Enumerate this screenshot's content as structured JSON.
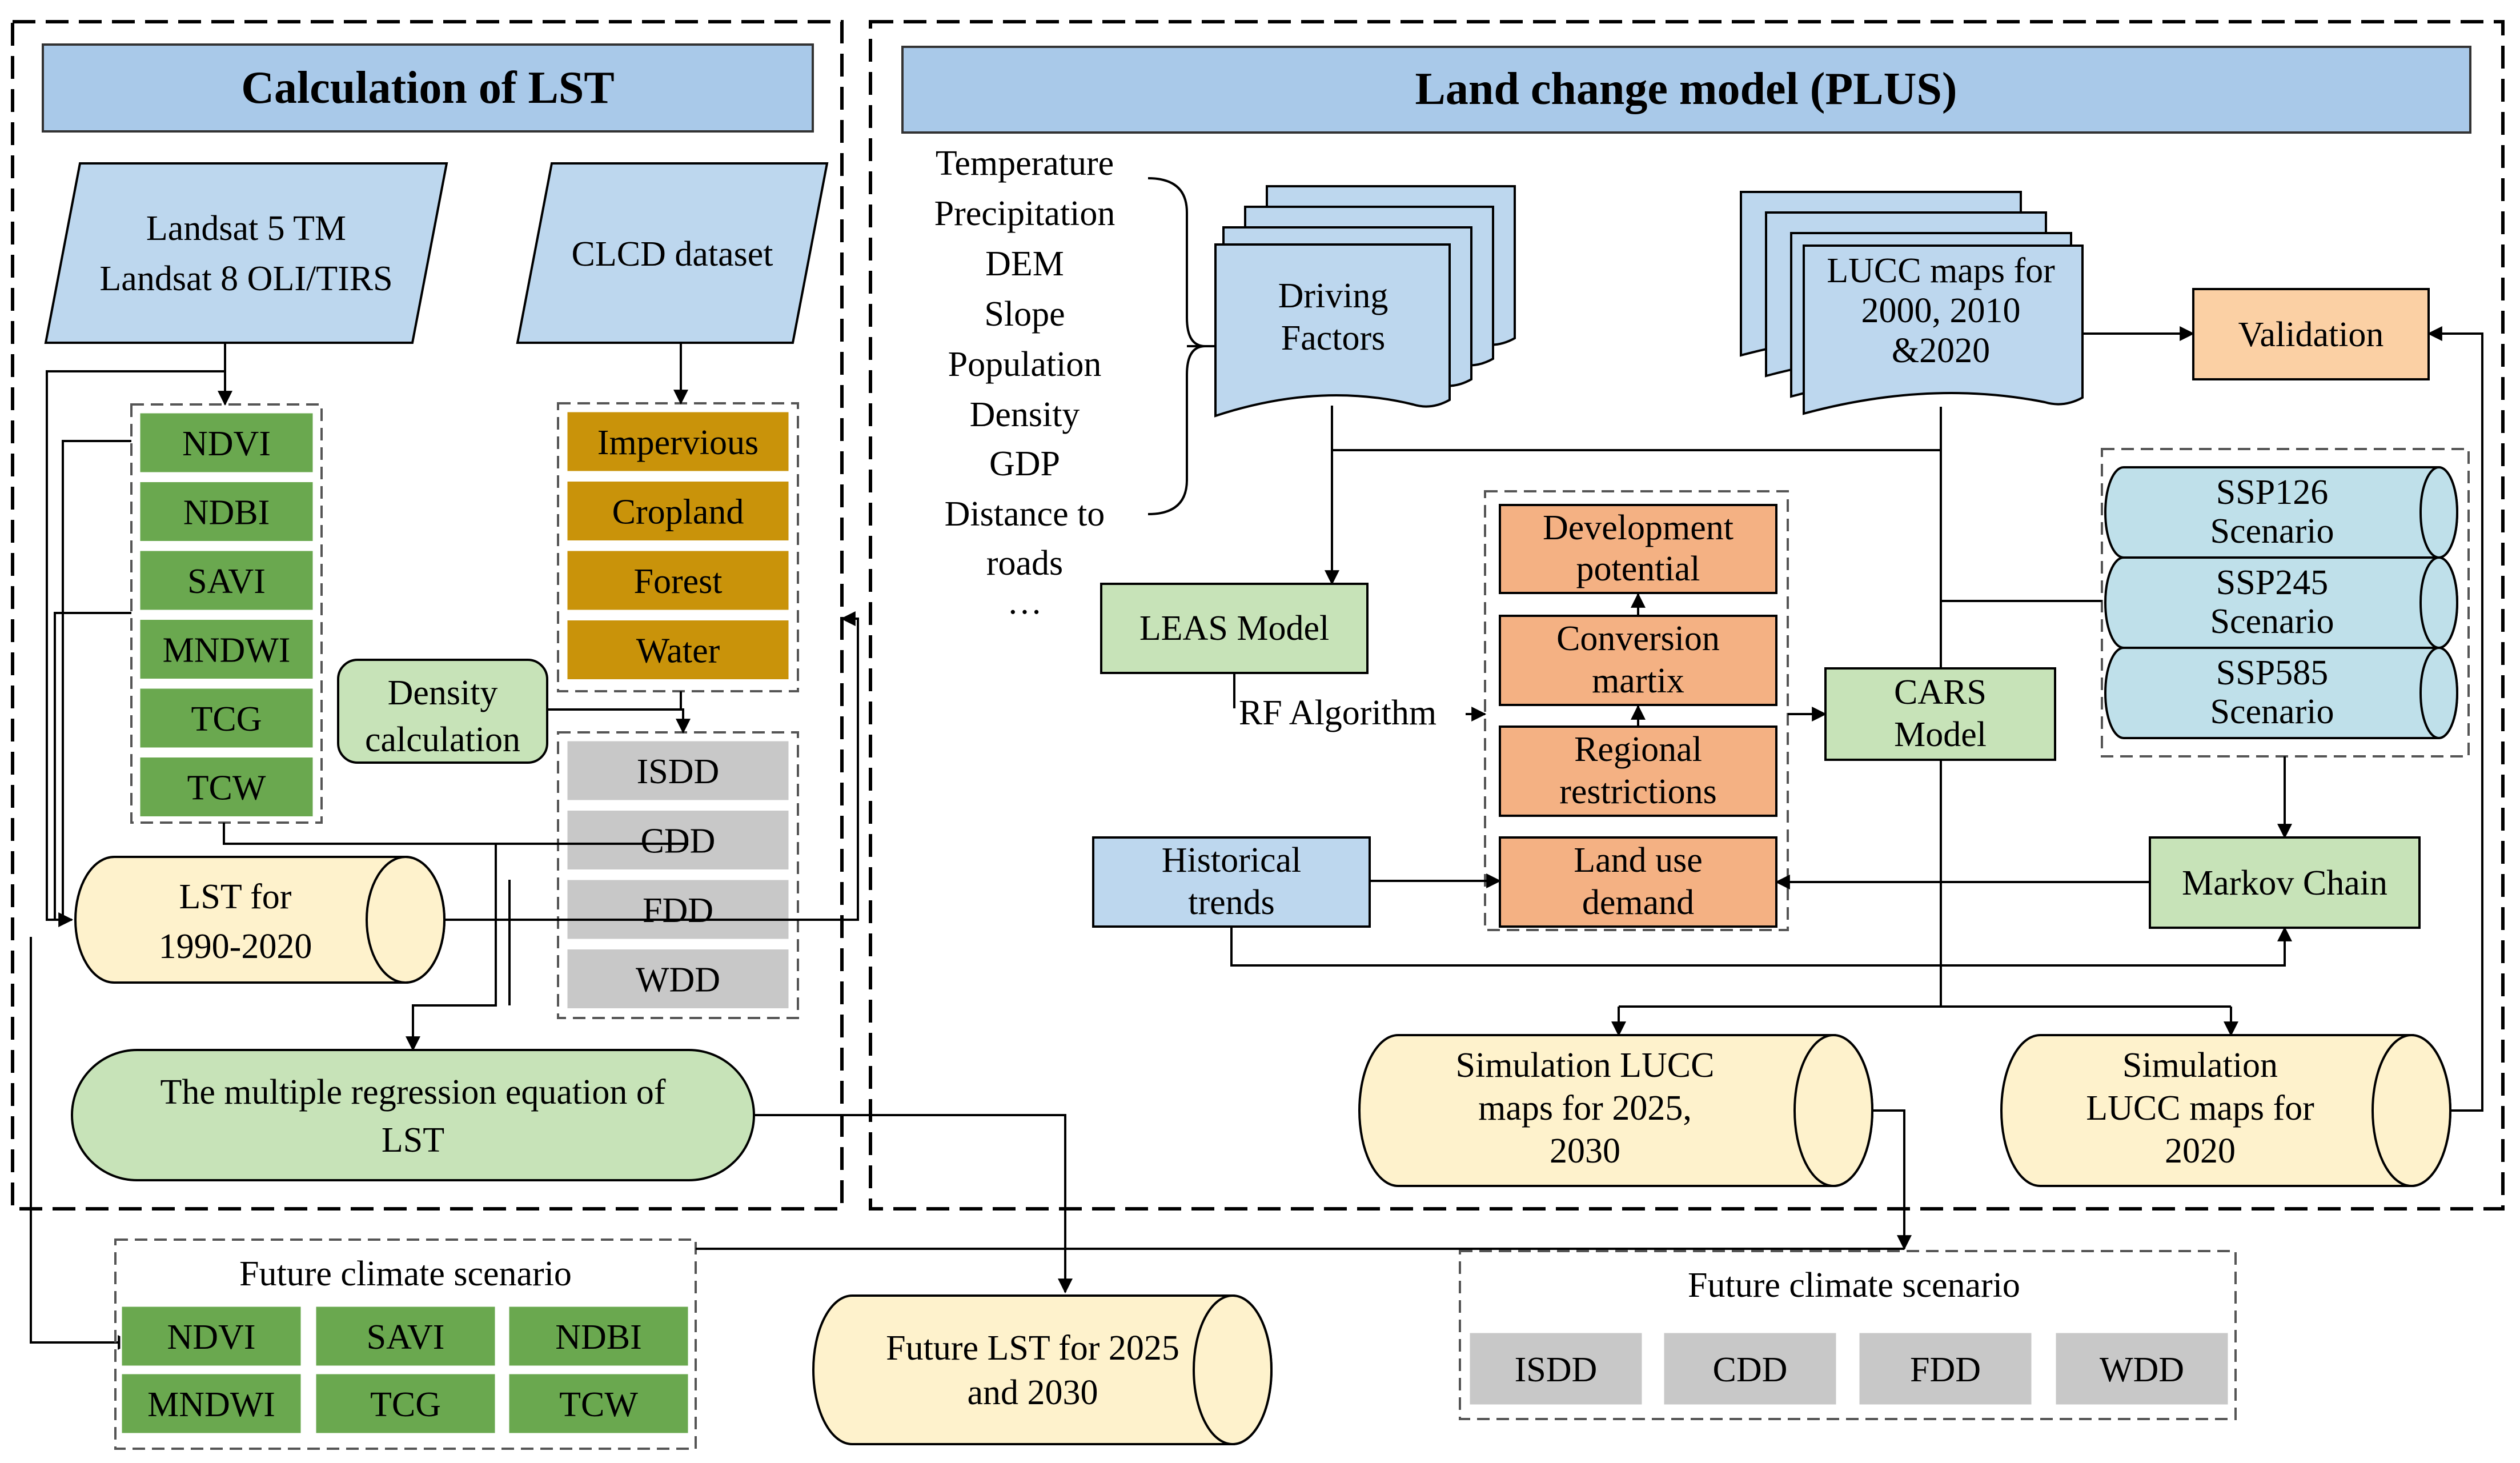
{
  "lst_panel": {
    "title": "Calculation of LST",
    "landsat": [
      "Landsat 5 TM",
      "Landsat 8 OLI/TIRS"
    ],
    "clcd": "CLCD dataset",
    "indices": [
      "NDVI",
      "NDBI",
      "SAVI",
      "MNDWI",
      "TCG",
      "TCW"
    ],
    "land_types": [
      "Impervious",
      "Cropland",
      "Forest",
      "Water"
    ],
    "density_calc": [
      "Density",
      "calculation"
    ],
    "density_metrics": [
      "ISDD",
      "CDD",
      "FDD",
      "WDD"
    ],
    "lst_range": [
      "LST for",
      "1990-2020"
    ],
    "regression": [
      "The multiple regression equation of",
      "LST"
    ]
  },
  "plus_panel": {
    "title": "Land change model (PLUS)",
    "driver_list": [
      "Temperature",
      "Precipitation",
      "DEM",
      "Slope",
      "Population",
      "Density",
      "GDP",
      "Distance to",
      "roads",
      "···"
    ],
    "driving_factors": [
      "Driving",
      "Factors"
    ],
    "lucc_maps": [
      "LUCC maps for",
      "2000, 2010",
      "&2020"
    ],
    "validation": "Validation",
    "leas": "LEAS Model",
    "rf": "RF Algorithm",
    "dev_potential": [
      "Development",
      "potential"
    ],
    "conversion": [
      "Conversion",
      "martix"
    ],
    "restrictions": [
      "Regional",
      "restrictions"
    ],
    "demand": [
      "Land use",
      "demand"
    ],
    "cars": [
      "CARS",
      "Model"
    ],
    "scenarios": [
      [
        "SSP126",
        "Scenario"
      ],
      [
        "SSP245",
        "Scenario"
      ],
      [
        "SSP585",
        "Scenario"
      ]
    ],
    "markov": "Markov Chain",
    "historical": [
      "Historical",
      "trends"
    ],
    "sim_future": [
      "Simulation LUCC",
      "maps for  2025,",
      "2030"
    ],
    "sim_2020": [
      "Simulation",
      "LUCC maps for",
      "2020"
    ]
  },
  "bottom": {
    "future_left_title": "Future climate scenario",
    "future_left_items": [
      "NDVI",
      "SAVI",
      "NDBI",
      "MNDWI",
      "TCG",
      "TCW"
    ],
    "future_lst": [
      "Future LST for 2025",
      "and 2030"
    ],
    "future_right_title": "Future climate scenario",
    "future_right_items": [
      "ISDD",
      "CDD",
      "FDD",
      "WDD"
    ]
  },
  "colors": {
    "title_blue": "#a9c9e9",
    "light_blue": "#bdd7ee",
    "dark_green": "#6aa84f",
    "gold": "#c9930a",
    "gray": "#c8c8c8",
    "light_green": "#c7e3b8",
    "cream": "#fef2cc",
    "salmon": "#f4b183",
    "orange_light": "#fbd0a4",
    "cyan": "#bfe0ea"
  }
}
